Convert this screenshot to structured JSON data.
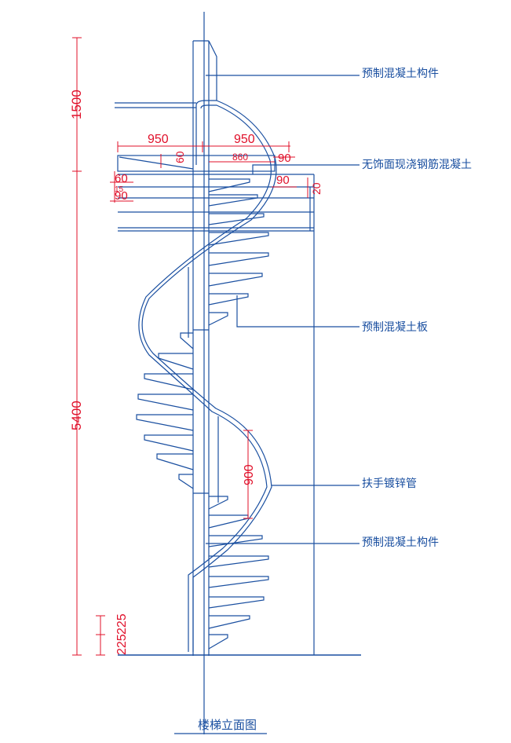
{
  "title": "楼梯立面图",
  "annotations": {
    "precast_member_top": "预制混凝土构件",
    "cast_in_place": "无饰面现浇钢筋混凝土",
    "precast_slab": "预制混凝土板",
    "handrail": "扶手镀锌管",
    "precast_member_bottom": "预制混凝土构件"
  },
  "dimensions": {
    "v_1500": "1500",
    "v_5400": "5400",
    "v_225a": "225",
    "v_225b": "225",
    "h_950_left": "950",
    "h_950_right": "950",
    "d_60_top": "60",
    "d_860": "860",
    "d_90_top": "90",
    "d_60_left": "60",
    "d_15": "15",
    "d_90_left": "90",
    "d_90_right": "90",
    "d_20": "20",
    "d_900": "900"
  },
  "colors": {
    "structure": "#1a4fa0",
    "dimension": "#e0102a"
  }
}
